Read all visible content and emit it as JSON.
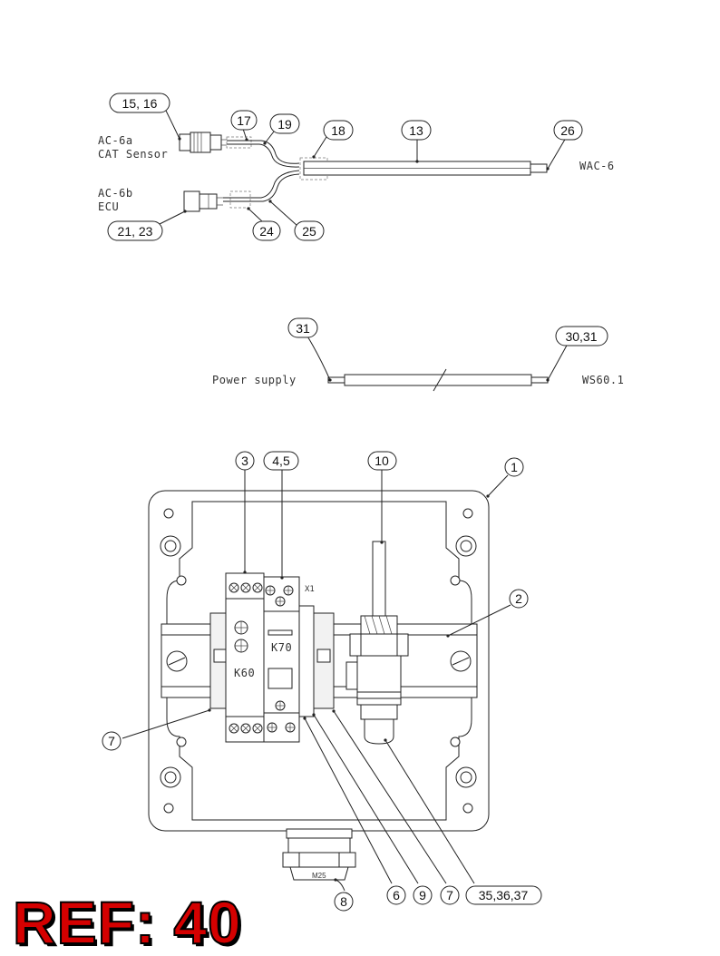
{
  "colors": {
    "ref_title": "#d40000",
    "line": "#222222"
  },
  "wac_harness": {
    "ac6a_label_1": "AC-6a",
    "ac6a_label_2": "CAT Sensor",
    "ac6b_label_1": "AC-6b",
    "ac6b_label_2": "ECU",
    "wac_label": "WAC-6"
  },
  "ws_cable": {
    "left_label": "Power supply",
    "right_label": "WS60.1"
  },
  "box": {
    "x1_label": "X1",
    "k70_label": "K70",
    "k60_label": "K60",
    "gland_label": "M25"
  },
  "callouts": {
    "c15_16": "15, 16",
    "c17": "17",
    "c19": "19",
    "c18": "18",
    "c13": "13",
    "c26": "26",
    "c21_23": "21, 23",
    "c24": "24",
    "c25": "25",
    "c31": "31",
    "c30_31": "30,31",
    "c3": "3",
    "c4_5": "4,5",
    "c10": "10",
    "c1": "1",
    "c2": "2",
    "c7_left": "7",
    "c6": "6",
    "c9": "9",
    "c7_right": "7",
    "c35_37": "35,36,37",
    "c8": "8"
  },
  "ref_title": "REF: 40"
}
